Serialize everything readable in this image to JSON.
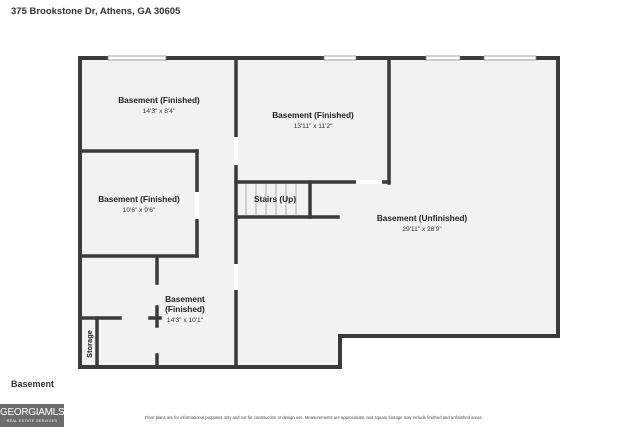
{
  "header": {
    "address": "375 Brookstone Dr, Athens, GA 30605"
  },
  "floor": {
    "label": "Basement"
  },
  "rooms": [
    {
      "name": "Basement (Finished)",
      "dim": "14'3\" x 8'4\""
    },
    {
      "name": "Basement (Finished)",
      "dim": "13'11\" x 11'2\""
    },
    {
      "name": "Basement (Finished)",
      "dim": "10'6\" x 9'6\""
    },
    {
      "name": "Stairs (Up)"
    },
    {
      "name": "Basement (Unfinished)",
      "dim": "29'11\" x 28'9\""
    },
    {
      "name_line1": "Basement",
      "name_line2": "(Finished)",
      "dim": "14'3\" x 10'1\""
    },
    {
      "name": "Storage"
    }
  ],
  "footer": {
    "disclaimer": "Floor plans are for informational purposes only and not for construction or design use. Measurements are approximate, and square footage may include finished and unfinished areas.",
    "logo_brand": "GEORGIAMLS",
    "logo_tag": "REAL ESTATE SERVICES"
  },
  "colors": {
    "wall": "#3a3a3a",
    "floor": "#f2f2f2",
    "logo_bg": "#6c6c6c"
  }
}
